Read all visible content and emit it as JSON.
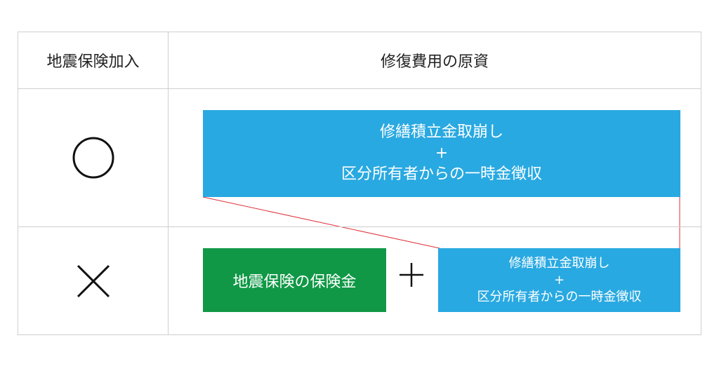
{
  "header": {
    "left": "地震保険加入",
    "right": "修復費用の原資"
  },
  "rows": [
    {
      "mark_icon": "circle-icon",
      "box_lines": [
        "修繕積立金取崩し",
        "+",
        "区分所有者からの一時金徴収"
      ]
    },
    {
      "mark_icon": "cross-icon",
      "insurance_label": "地震保険の保険金",
      "plus_icon": "plus-icon",
      "box_lines": [
        "修繕積立金取崩し",
        "+",
        "区分所有者からの一時金徴収"
      ]
    }
  ],
  "colors": {
    "blue": "#29a9e1",
    "green": "#109846",
    "connector": "#e0303a",
    "grid": "#cfcfcf"
  }
}
